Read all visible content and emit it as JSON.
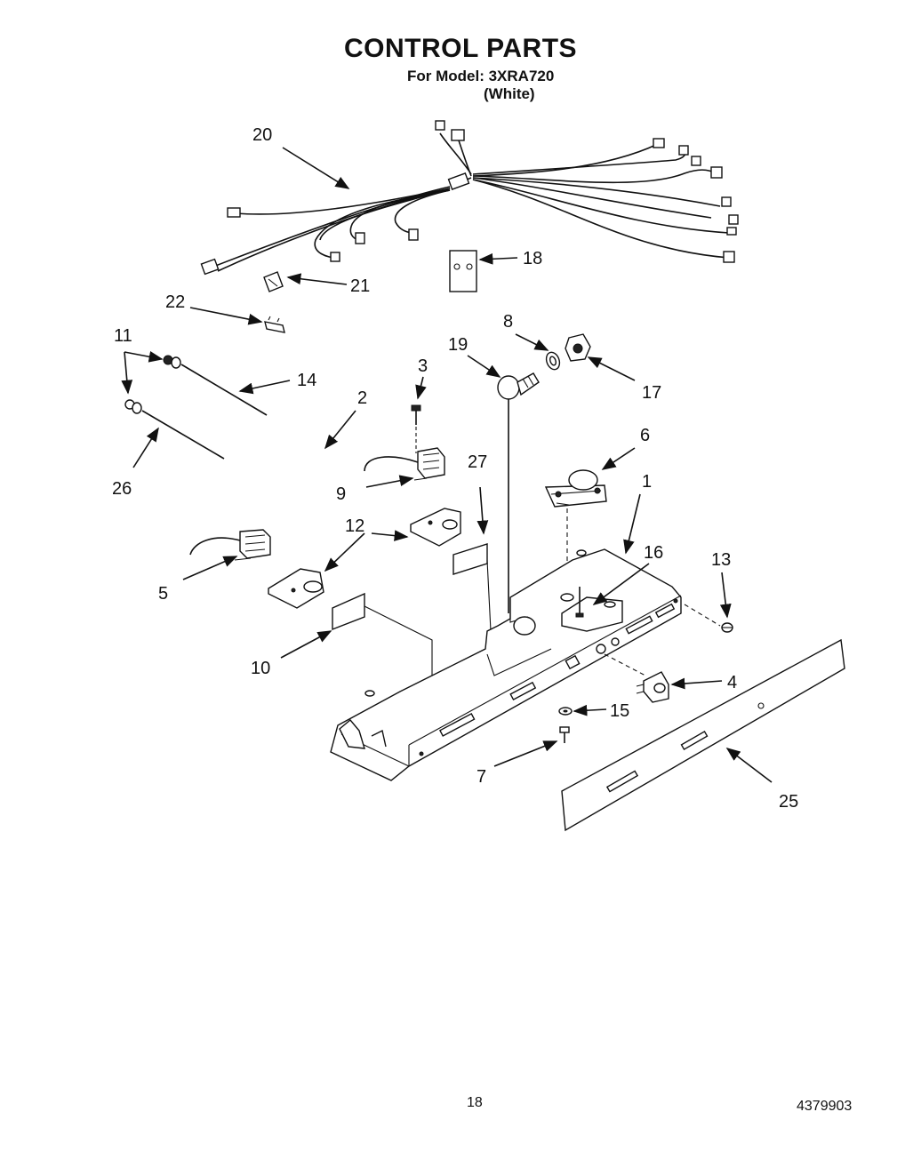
{
  "header": {
    "title": "CONTROL PARTS",
    "model_line": "For Model: 3XRA720",
    "color_line": "(White)"
  },
  "callouts": [
    "20",
    "18",
    "21",
    "22",
    "11",
    "14",
    "2",
    "3",
    "19",
    "8",
    "17",
    "26",
    "9",
    "27",
    "6",
    "1",
    "12",
    "16",
    "13",
    "5",
    "10",
    "4",
    "15",
    "7",
    "25"
  ],
  "footer": {
    "page_number": "18",
    "document_number": "4379903"
  }
}
